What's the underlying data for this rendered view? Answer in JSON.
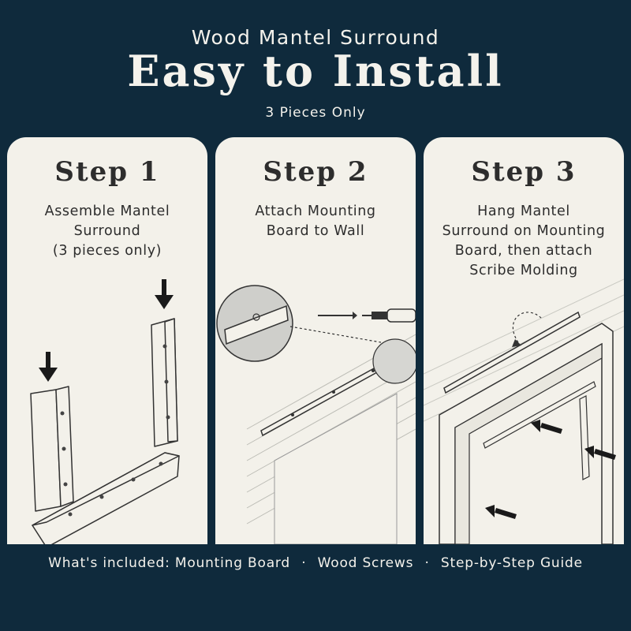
{
  "header": {
    "eyebrow": "Wood Mantel Surround",
    "title": "Easy to Install",
    "subtitle": "3 Pieces Only"
  },
  "steps": [
    {
      "title": "Step 1",
      "text": "Assemble Mantel\nSurround\n(3 pieces only)"
    },
    {
      "title": "Step 2",
      "text": "Attach Mounting\nBoard to Wall"
    },
    {
      "title": "Step 3",
      "text": "Hang Mantel\nSurround on Mounting\nBoard, then attach\nScribe Molding"
    }
  ],
  "footer": {
    "label": "What's included:",
    "items": [
      "Mounting Board",
      "Wood Screws",
      "Step-by-Step Guide"
    ],
    "separator": "·"
  },
  "colors": {
    "background": "#0f2a3c",
    "panel": "#f3f1ea",
    "ink": "#2b2b2b"
  }
}
